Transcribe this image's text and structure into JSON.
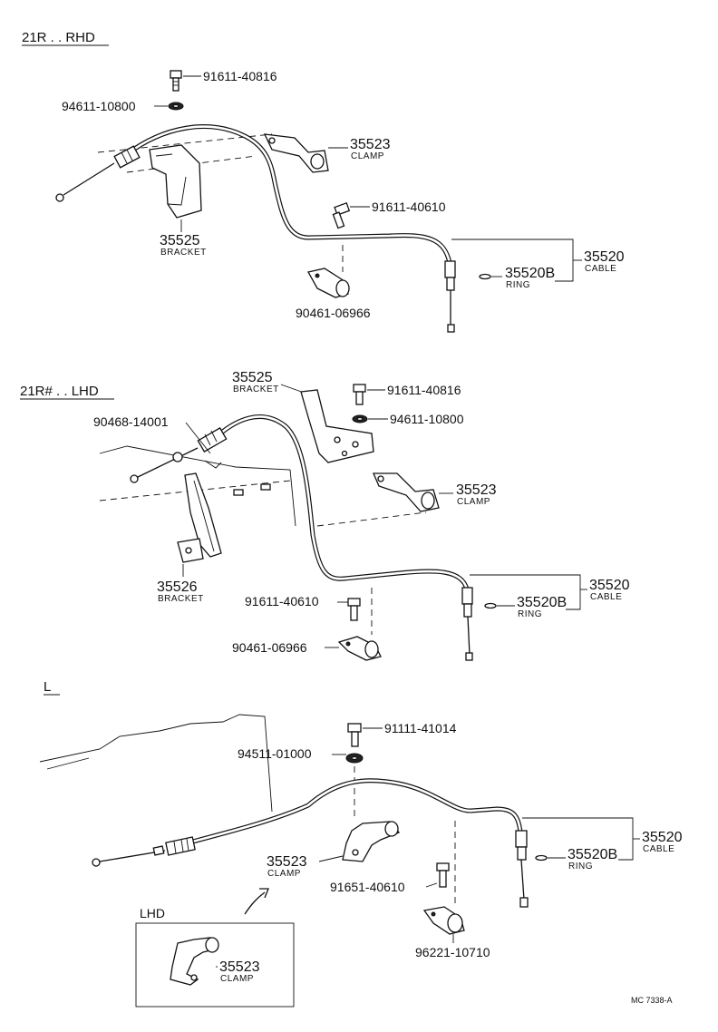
{
  "sections": {
    "rhd": "21R . . RHD",
    "lhd": "21R# . . LHD",
    "l": "L",
    "lhd_box": "LHD"
  },
  "parts": {
    "rhd": {
      "bolt_top": "91611-40816",
      "washer": "94611-10800",
      "clamp_no": "35523",
      "clamp_name": "CLAMP",
      "bolt_mid": "91611-40610",
      "bracket_no": "35525",
      "bracket_name": "BRACKET",
      "cable_no": "35520",
      "cable_name": "CABLE",
      "ring_no": "35520B",
      "ring_name": "RING",
      "holder": "90461-06966"
    },
    "lhd": {
      "bracket_top_no": "35525",
      "bracket_top_name": "BRACKET",
      "bolt_top": "91611-40816",
      "washer": "94611-10800",
      "pin": "90468-14001",
      "clamp_no": "35523",
      "clamp_name": "CLAMP",
      "bracket_no": "35526",
      "bracket_name": "BRACKET",
      "cable_no": "35520",
      "cable_name": "CABLE",
      "bolt_mid": "91611-40610",
      "ring_no": "35520B",
      "ring_name": "RING",
      "holder": "90461-06966"
    },
    "l": {
      "bolt_top": "91111-41014",
      "washer": "94511-01000",
      "cable_no": "35520",
      "cable_name": "CABLE",
      "clamp_no": "35523",
      "clamp_name": "CLAMP",
      "ring_no": "35520B",
      "ring_name": "RING",
      "bolt_mid": "91651-40610",
      "holder": "96221-10710",
      "box_clamp_no": "35523",
      "box_clamp_name": "CLAMP"
    }
  },
  "footer": "MC 7338-A"
}
